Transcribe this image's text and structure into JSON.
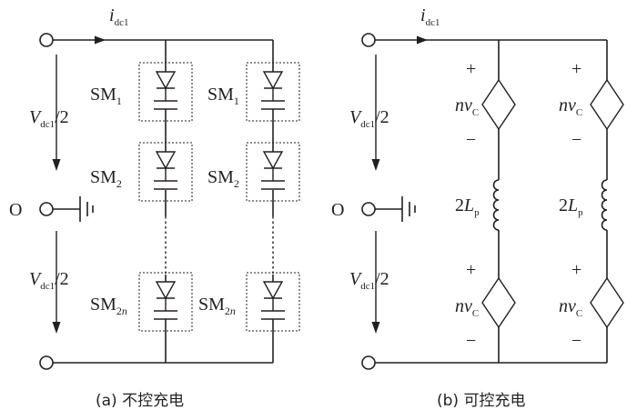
{
  "circuit_a": {
    "current_i": "i",
    "current_sub": "dc1",
    "voltage_V": "V",
    "voltage_sub": "dc1",
    "voltage_frac": "/2",
    "midpoint": "O",
    "sm_name": "SM",
    "sm1_sub": "1",
    "sm2_sub": "2",
    "smn_sub_num": "2",
    "smn_sub_var": "n",
    "caption": "(a) 不控充电"
  },
  "circuit_b": {
    "current_i": "i",
    "current_sub": "dc1",
    "voltage_V": "V",
    "voltage_sub": "dc1",
    "voltage_frac": "/2",
    "midpoint": "O",
    "plus": "+",
    "minus": "−",
    "src_n": "nv",
    "src_sub": "C",
    "ind_coef": "2",
    "ind_L": "L",
    "ind_sub": "p",
    "caption": "(b) 可控充电"
  }
}
